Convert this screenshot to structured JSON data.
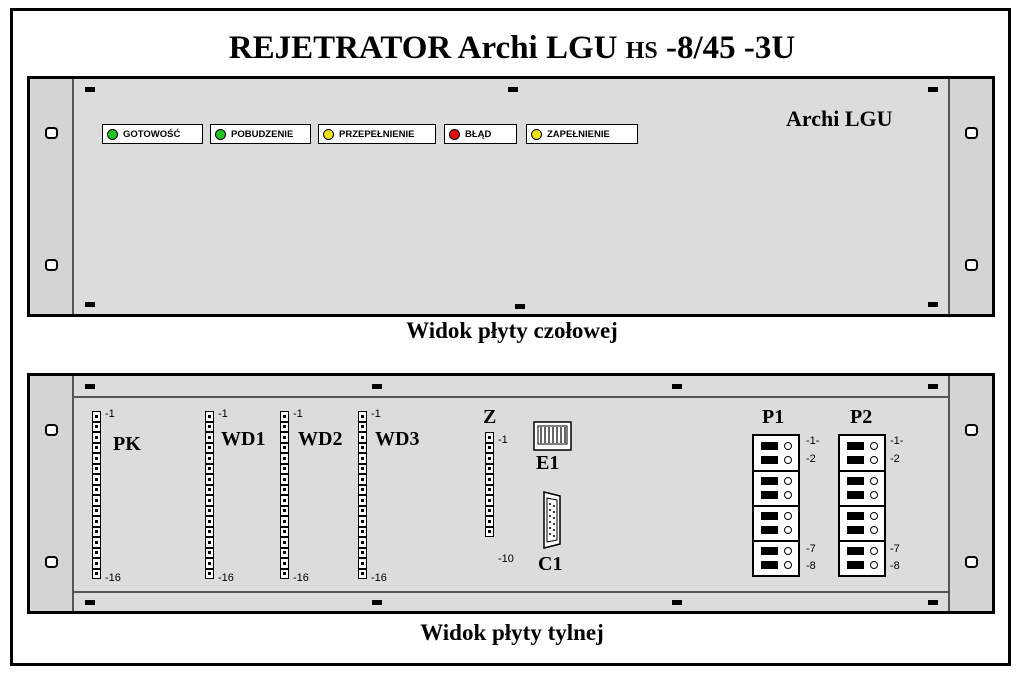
{
  "title": {
    "main": "REJETRATOR Archi LGU",
    "hs": "HS",
    "suffix": "-8/45  -3U"
  },
  "front": {
    "caption": "Widok płyty czołowej",
    "brand": "Archi LGU",
    "leds": [
      {
        "label": "GOTOWOŚĆ",
        "color": "#22c322"
      },
      {
        "label": "POBUDZENIE",
        "color": "#22c322"
      },
      {
        "label": "PRZEPEŁNIENIE",
        "color": "#f2e21a"
      },
      {
        "label": "BŁĄD",
        "color": "#e01010"
      },
      {
        "label": "ZAPEŁNIENIE",
        "color": "#f2e21a"
      }
    ]
  },
  "rear": {
    "caption": "Widok płyty tylnej",
    "connectors": [
      {
        "name": "PK",
        "first": "-1",
        "last": "-16"
      },
      {
        "name": "WD1",
        "first": "-1",
        "last": "-16"
      },
      {
        "name": "WD2",
        "first": "-1",
        "last": "-16"
      },
      {
        "name": "WD3",
        "first": "-1",
        "last": "-16"
      },
      {
        "name": "Z",
        "first": "-1",
        "last": "-10"
      }
    ],
    "e1": "E1",
    "c1": "C1",
    "power": [
      {
        "name": "P1",
        "l1": "-1-",
        "l2": "-2",
        "l7": "-7",
        "l8": "-8"
      },
      {
        "name": "P2",
        "l1": "-1-",
        "l2": "-2",
        "l7": "-7",
        "l8": "-8"
      }
    ]
  }
}
